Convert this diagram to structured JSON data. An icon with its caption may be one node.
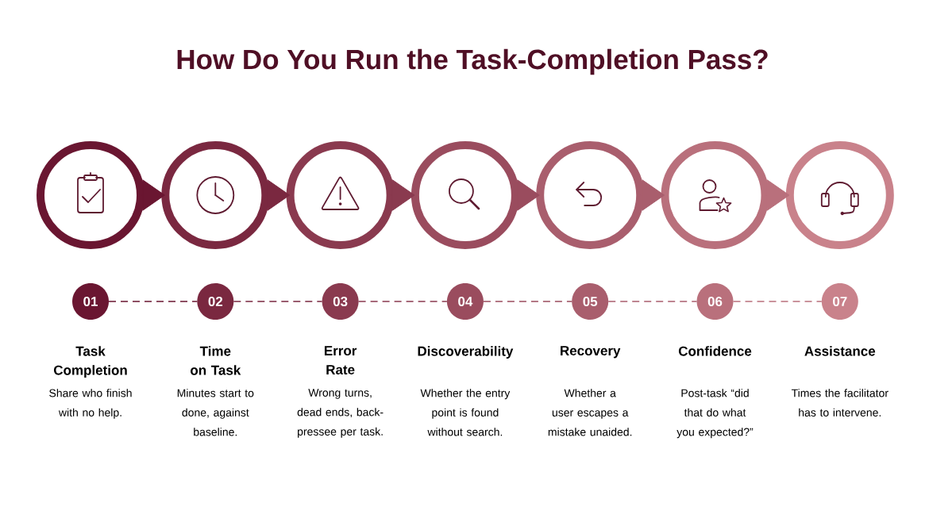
{
  "diagram": {
    "title": "How Do You Run the Task-Completion Pass?",
    "nodes": [
      {
        "text": [],
        "shape": "circle"
      },
      {
        "text": [],
        "shape": "circle"
      },
      {
        "text": [],
        "shape": "circle"
      },
      {
        "text": [],
        "shape": "circle"
      },
      {
        "text": [],
        "shape": "circle"
      },
      {
        "text": [],
        "shape": "circle"
      },
      {
        "text": [],
        "shape": "circle"
      },
      {
        "text": [
          "01"
        ],
        "beside": [
          "Task Completion",
          "Share who finish with no help."
        ]
      },
      {
        "text": [
          "02"
        ],
        "beside": [
          "Time on Task",
          "Minutes start to done, against baseline."
        ]
      },
      {
        "text": [
          "03"
        ],
        "beside": [
          "Error Rate",
          "Wrong turns, dead ends, back-pressee per task."
        ]
      },
      {
        "text": [
          "04"
        ],
        "beside": [
          "Discoverability",
          "Whether the entry point is found without search."
        ]
      },
      {
        "text": [
          "05"
        ],
        "beside": [
          "Recovery",
          "Whether a user escapes a mistake unaided."
        ]
      },
      {
        "text": [
          "06"
        ],
        "beside": [
          "Confidence",
          "Post-task “did that do what you expected?”"
        ]
      },
      {
        "text": [
          "07"
        ],
        "beside": [
          "Assistance",
          "Times the facilitator has to intervene."
        ]
      }
    ],
    "edges": [
      {
        "from": 0,
        "to": 1,
        "arrow": "to"
      },
      {
        "from": 1,
        "to": 2,
        "arrow": "to"
      },
      {
        "from": 2,
        "to": 3,
        "arrow": "to"
      },
      {
        "from": 3,
        "to": 4,
        "arrow": "to"
      },
      {
        "from": 4,
        "to": 5,
        "arrow": "to"
      },
      {
        "from": 5,
        "to": 6,
        "arrow": "to"
      },
      {
        "from": 7,
        "to": 8,
        "arrow": "none",
        "style": "dashed"
      },
      {
        "from": 8,
        "to": 9,
        "arrow": "none",
        "style": "dashed"
      },
      {
        "from": 9,
        "to": 10,
        "arrow": "none",
        "style": "dashed"
      },
      {
        "from": 10,
        "to": 11,
        "arrow": "none",
        "style": "dashed"
      },
      {
        "from": 11,
        "to": 12,
        "arrow": "none",
        "style": "dashed"
      },
      {
        "from": 12,
        "to": 13,
        "arrow": "none",
        "style": "dashed"
      }
    ]
  }
}
